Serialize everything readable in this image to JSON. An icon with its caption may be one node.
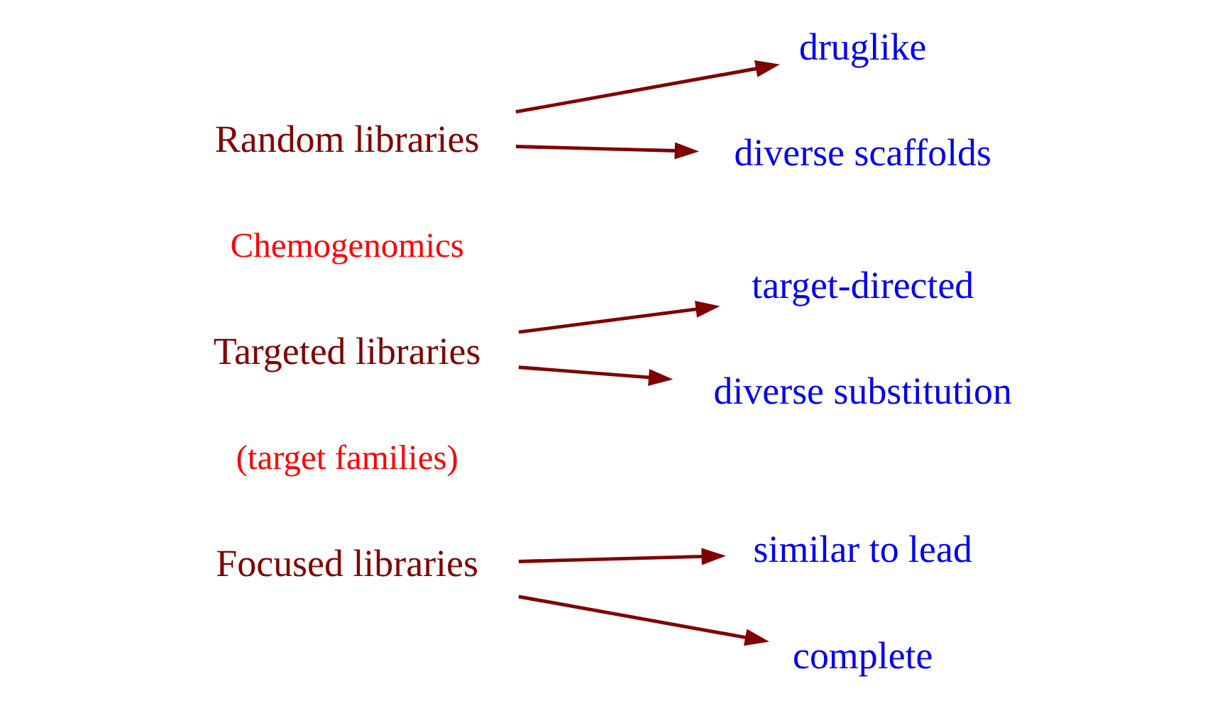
{
  "diagram": {
    "nodes": [
      {
        "text": [
          "Random libraries"
        ]
      },
      {
        "text": [
          "druglike"
        ]
      },
      {
        "text": [
          "diverse scaffolds"
        ]
      },
      {
        "text": [
          "Targeted libraries"
        ]
      },
      {
        "text": [
          "target-directed"
        ]
      },
      {
        "text": [
          "diverse substitution"
        ]
      },
      {
        "text": [
          "Focused libraries"
        ]
      },
      {
        "text": [
          "similar to lead"
        ]
      },
      {
        "text": [
          "complete"
        ]
      }
    ],
    "edges": [
      {
        "from": 0,
        "to": 1,
        "arrow": "to"
      },
      {
        "from": 0,
        "to": 2,
        "arrow": "to"
      },
      {
        "from": 3,
        "to": 4,
        "arrow": "to"
      },
      {
        "from": 3,
        "to": 5,
        "arrow": "to"
      },
      {
        "from": 6,
        "to": 7,
        "arrow": "to"
      },
      {
        "from": 6,
        "to": 8,
        "arrow": "to"
      }
    ],
    "labels": [
      "Chemogenomics",
      "(target families)"
    ]
  }
}
